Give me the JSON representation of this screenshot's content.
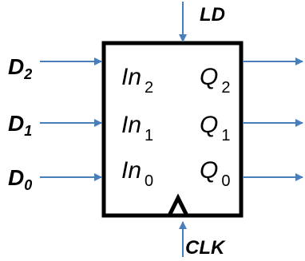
{
  "colors": {
    "arrow": "#4a7ebb",
    "box": "#000000",
    "text": "#000000",
    "background": "#ffffff"
  },
  "inputs": [
    {
      "letter": "D",
      "sub": "2"
    },
    {
      "letter": "D",
      "sub": "1"
    },
    {
      "letter": "D",
      "sub": "0"
    }
  ],
  "ports_in": [
    {
      "letter": "In",
      "sub": "2"
    },
    {
      "letter": "In",
      "sub": "1"
    },
    {
      "letter": "In",
      "sub": "0"
    }
  ],
  "ports_out": [
    {
      "letter": "Q",
      "sub": "2"
    },
    {
      "letter": "Q",
      "sub": "1"
    },
    {
      "letter": "Q",
      "sub": "0"
    }
  ],
  "control": {
    "load": "LD",
    "clock": "CLK"
  }
}
